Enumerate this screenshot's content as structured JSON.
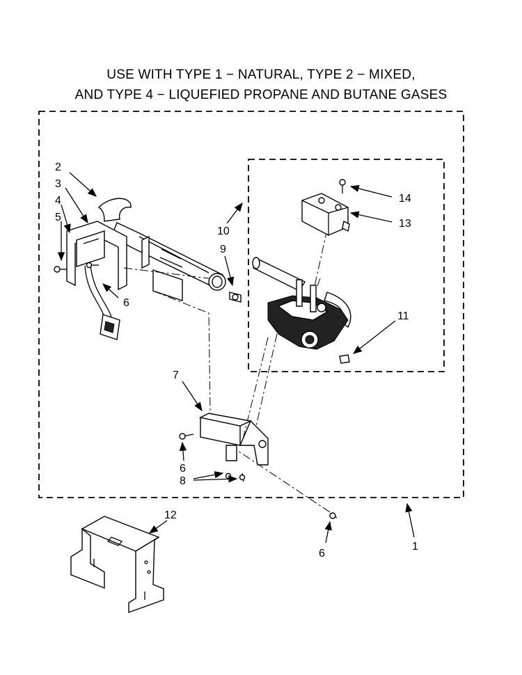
{
  "title": {
    "line1": "USE WITH TYPE 1 − NATURAL, TYPE 2 − MIXED,",
    "line2": "AND TYPE 4 − LIQUEFIED PROPANE AND BUTANE GASES"
  },
  "callouts": {
    "c1": "1",
    "c2": "2",
    "c3": "3",
    "c4": "4",
    "c5": "5",
    "c6a": "6",
    "c6b": "6",
    "c6c": "6",
    "c7": "7",
    "c8": "8",
    "c9": "9",
    "c10": "10",
    "c11": "11",
    "c12": "12",
    "c13": "13",
    "c14": "14"
  }
}
